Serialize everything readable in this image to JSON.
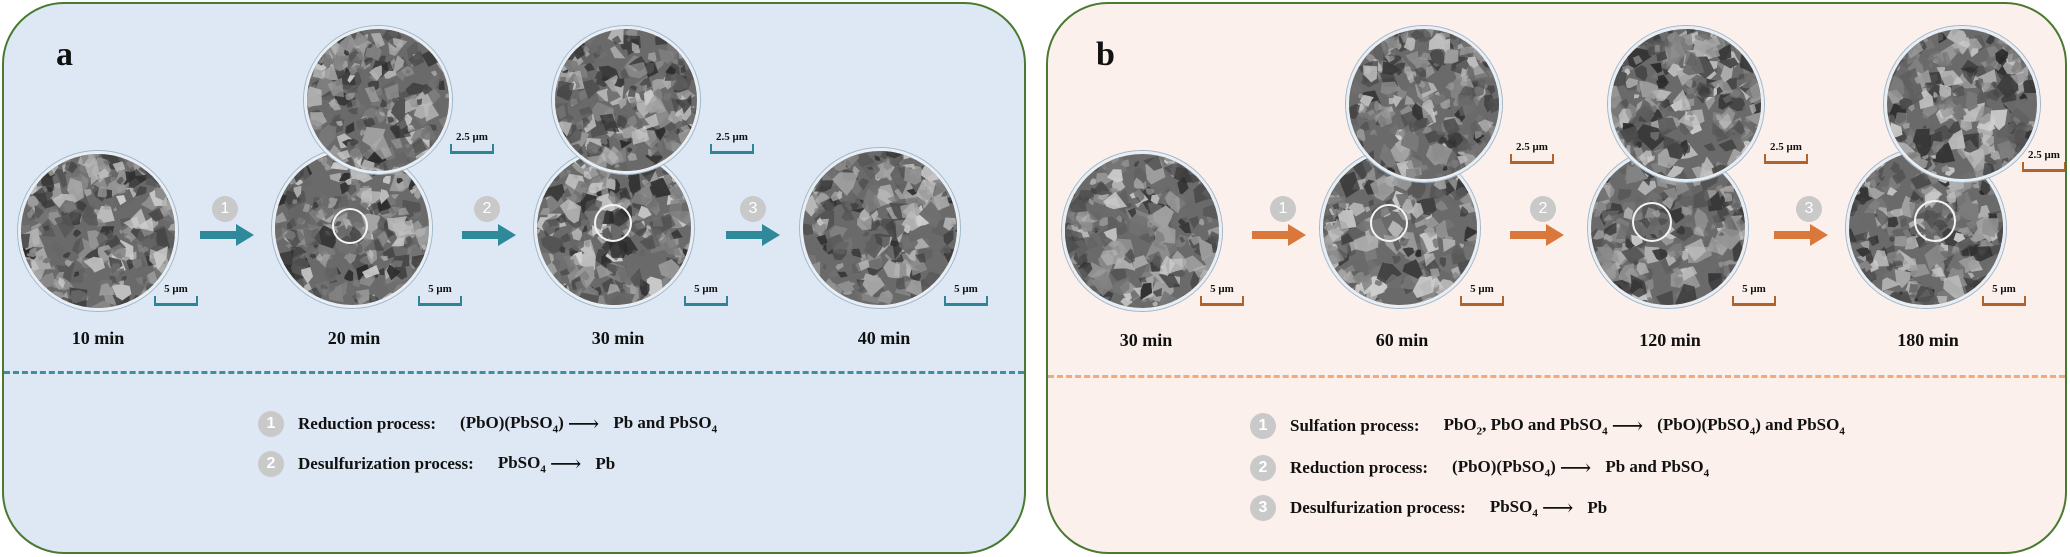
{
  "panels": {
    "a": {
      "letter": "a",
      "times": [
        "10 min",
        "20 min",
        "30 min",
        "40 min"
      ],
      "scale_main": "5 μm",
      "scale_zoom": "2.5 μm",
      "steps": [
        "1",
        "2",
        "3"
      ],
      "legend": [
        {
          "num": "1",
          "label": "Reduction process:",
          "reactant": "(PbO)(PbSO",
          "reactant_sub": "4",
          "reactant_tail": ")",
          "product": "Pb and PbSO",
          "product_sub": "4"
        },
        {
          "num": "2",
          "label": "Desulfurization process:",
          "reactant": "PbSO",
          "reactant_sub": "4",
          "reactant_tail": "",
          "product": "Pb",
          "product_sub": ""
        }
      ],
      "arrow_color": "#2e8a9a"
    },
    "b": {
      "letter": "b",
      "times": [
        "30 min",
        "60 min",
        "120 min",
        "180 min"
      ],
      "scale_main": "5 μm",
      "scale_zoom": "2.5 μm",
      "steps": [
        "1",
        "2",
        "3"
      ],
      "legend": [
        {
          "num": "1",
          "label": "Sulfation process:",
          "reactant": "PbO",
          "reactant_sub": "2",
          "reactant_tail": ", PbO and PbSO",
          "reactant_sub2": "4",
          "product": "(PbO)(PbSO",
          "product_sub": "4",
          "product_tail": ") and PbSO",
          "product_sub2": "4"
        },
        {
          "num": "2",
          "label": "Reduction process:",
          "reactant": "(PbO)(PbSO",
          "reactant_sub": "4",
          "reactant_tail": ")",
          "product": "Pb and PbSO",
          "product_sub": "4"
        },
        {
          "num": "3",
          "label": "Desulfurization process:",
          "reactant": "PbSO",
          "reactant_sub": "4",
          "reactant_tail": "",
          "product": "Pb",
          "product_sub": ""
        }
      ],
      "arrow_color": "#d9783a"
    }
  },
  "arrow_symbol": "⟶"
}
